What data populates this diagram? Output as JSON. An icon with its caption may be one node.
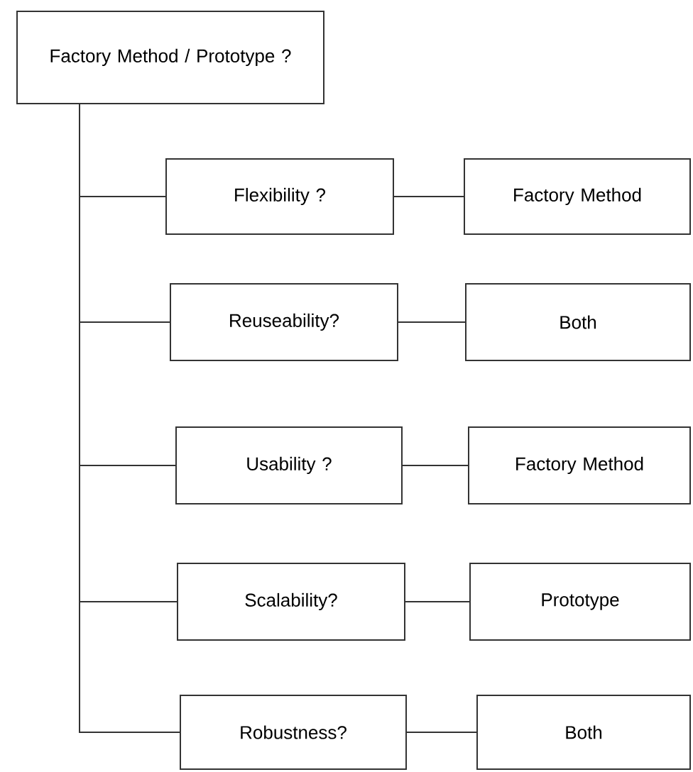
{
  "diagram": {
    "nodes": [
      {
        "text": [
          "Factory Method / Prototype ?"
        ]
      },
      {
        "text": [
          "Flexibility ?"
        ]
      },
      {
        "text": [
          "Factory Method"
        ]
      },
      {
        "text": [
          "Reuseability?"
        ]
      },
      {
        "text": [
          "Both"
        ]
      },
      {
        "text": [
          "Usability ?"
        ]
      },
      {
        "text": [
          "Factory Method"
        ]
      },
      {
        "text": [
          "Scalability?"
        ]
      },
      {
        "text": [
          "Prototype"
        ]
      },
      {
        "text": [
          "Robustness?"
        ]
      },
      {
        "text": [
          "Both"
        ]
      }
    ],
    "edges": [
      {
        "from": 0,
        "to": 1,
        "arrow": "none"
      },
      {
        "from": 0,
        "to": 3,
        "arrow": "none"
      },
      {
        "from": 0,
        "to": 5,
        "arrow": "none"
      },
      {
        "from": 0,
        "to": 7,
        "arrow": "none"
      },
      {
        "from": 0,
        "to": 9,
        "arrow": "none"
      },
      {
        "from": 1,
        "to": 2,
        "arrow": "none"
      },
      {
        "from": 3,
        "to": 4,
        "arrow": "none"
      },
      {
        "from": 5,
        "to": 6,
        "arrow": "none"
      },
      {
        "from": 7,
        "to": 8,
        "arrow": "none"
      },
      {
        "from": 9,
        "to": 10,
        "arrow": "none"
      }
    ]
  }
}
